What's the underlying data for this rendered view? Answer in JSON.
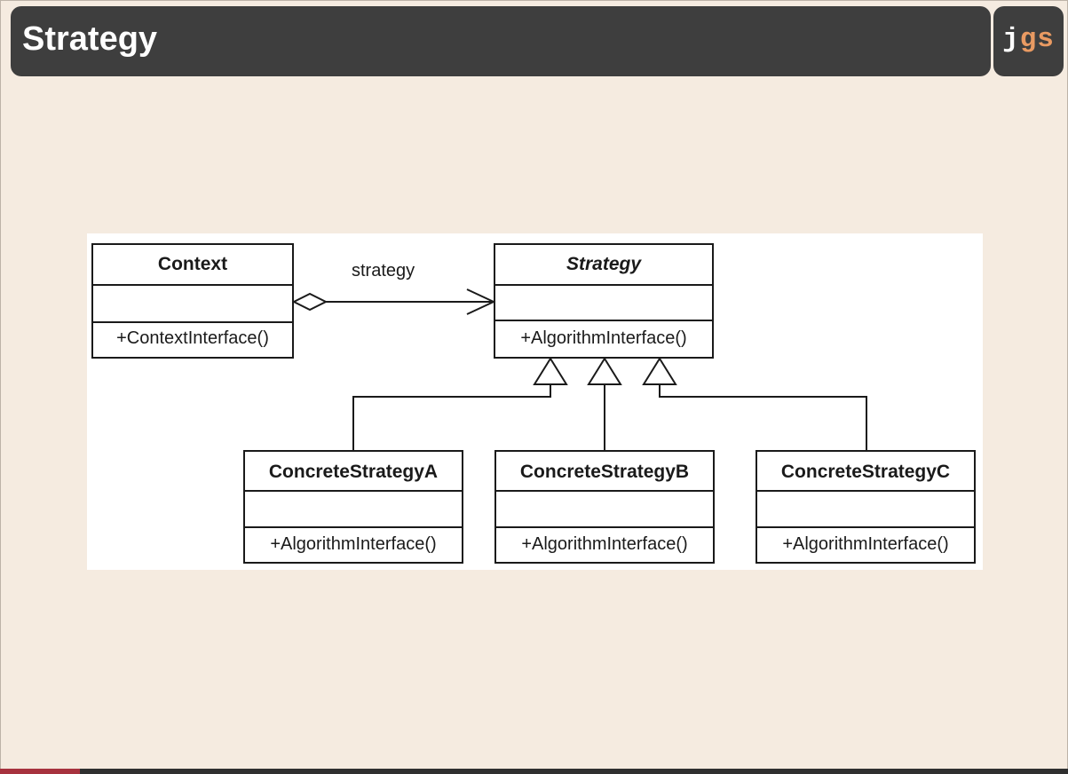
{
  "header": {
    "title": "Strategy",
    "logo": {
      "part1": "j",
      "part2": "gs"
    }
  },
  "colors": {
    "background": "#f5ebe0",
    "title_bar": "#3e3e3e",
    "title_text": "#ffffff",
    "logo_accent": "#e99a62"
  },
  "diagram": {
    "type": "uml-class-diagram",
    "classes": {
      "context": {
        "name": "Context",
        "method": "+ContextInterface()"
      },
      "strategy": {
        "name": "Strategy",
        "method": "+AlgorithmInterface()",
        "abstract": true
      },
      "concrete_a": {
        "name": "ConcreteStrategyA",
        "method": "+AlgorithmInterface()"
      },
      "concrete_b": {
        "name": "ConcreteStrategyB",
        "method": "+AlgorithmInterface()"
      },
      "concrete_c": {
        "name": "ConcreteStrategyC",
        "method": "+AlgorithmInterface()"
      }
    },
    "relationships": [
      {
        "type": "aggregation",
        "from": "Context",
        "to": "Strategy",
        "label": "strategy"
      },
      {
        "type": "generalization",
        "from": "ConcreteStrategyA",
        "to": "Strategy"
      },
      {
        "type": "generalization",
        "from": "ConcreteStrategyB",
        "to": "Strategy"
      },
      {
        "type": "generalization",
        "from": "ConcreteStrategyC",
        "to": "Strategy"
      }
    ]
  }
}
